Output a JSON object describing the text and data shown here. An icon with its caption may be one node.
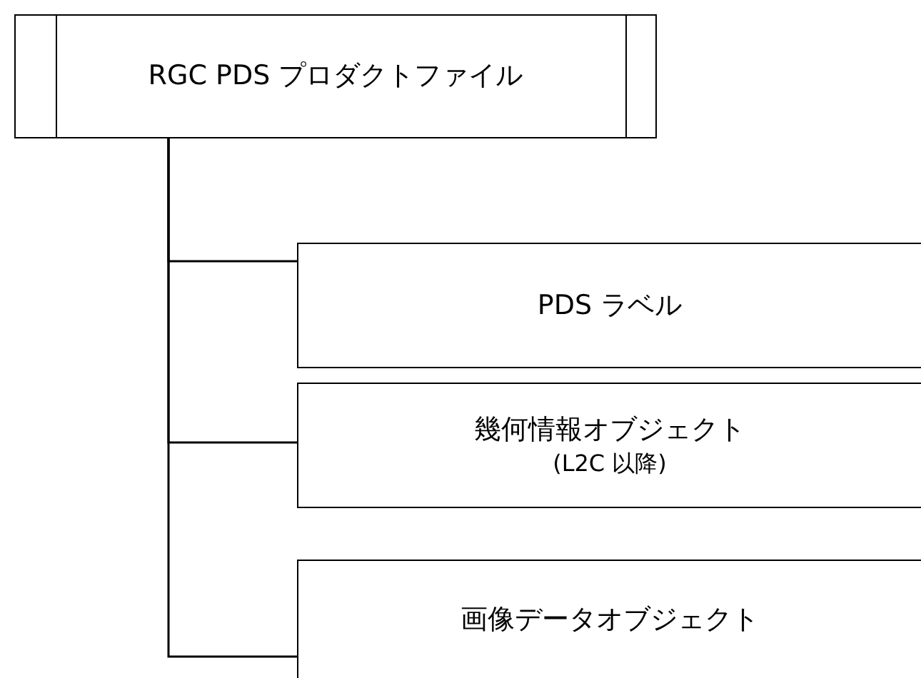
{
  "diagram": {
    "nodes": [
      {
        "text": [
          "RGC PDS プロダクトファイル"
        ]
      },
      {
        "text": [
          "PDS ラベル"
        ]
      },
      {
        "text": [
          "幾何情報オブジェクト",
          "(L2C 以降)"
        ]
      },
      {
        "text": [
          "画像データオブジェクト"
        ]
      }
    ],
    "edges": [
      {
        "from": 0,
        "to": 1,
        "arrow": "none"
      },
      {
        "from": 0,
        "to": 2,
        "arrow": "none"
      },
      {
        "from": 0,
        "to": 3,
        "arrow": "none"
      }
    ]
  }
}
